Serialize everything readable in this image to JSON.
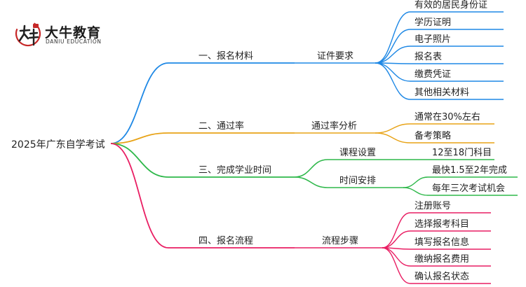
{
  "logo": {
    "cn": "大牛教育",
    "en": "DANIU EDUCATION"
  },
  "root": "2025年广东自学考试",
  "branches": [
    {
      "label": "一、报名材料",
      "color": "#1e88e5",
      "sub": [
        {
          "label": "证件要求",
          "leaves": [
            "有效的居民身份证",
            "学历证明",
            "电子照片",
            "报名表",
            "缴费凭证",
            "其他相关材料"
          ]
        }
      ]
    },
    {
      "label": "二、通过率",
      "color": "#e8a317",
      "sub": [
        {
          "label": "通过率分析",
          "leaves": [
            "通常在30%左右",
            "备考策略"
          ]
        }
      ]
    },
    {
      "label": "三、完成学业时间",
      "color": "#2eb84a",
      "sub": [
        {
          "label": "课程设置",
          "leaves": [
            "12至18门科目"
          ]
        },
        {
          "label": "时间安排",
          "leaves": [
            "最快1.5至2年完成",
            "每年三次考试机会"
          ]
        }
      ]
    },
    {
      "label": "四、报名流程",
      "color": "#e91e63",
      "sub": [
        {
          "label": "流程步骤",
          "leaves": [
            "注册账号",
            "选择报考科目",
            "填写报名信息",
            "缴纳报名费用",
            "确认报名状态"
          ]
        }
      ]
    }
  ]
}
